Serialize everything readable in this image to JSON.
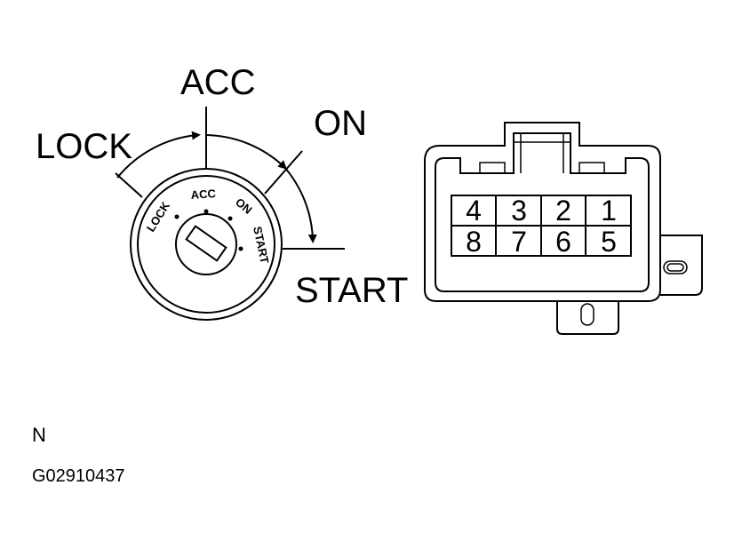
{
  "switch": {
    "outer_labels": {
      "lock": "LOCK",
      "acc": "ACC",
      "on": "ON",
      "start": "START"
    },
    "face_labels": {
      "lock": "LOCK",
      "acc": "ACC",
      "on": "ON",
      "start": "START"
    }
  },
  "connector": {
    "pins_top": [
      "4",
      "3",
      "2",
      "1"
    ],
    "pins_bottom": [
      "8",
      "7",
      "6",
      "5"
    ]
  },
  "footer": {
    "letter": "N",
    "code": "G02910437"
  }
}
